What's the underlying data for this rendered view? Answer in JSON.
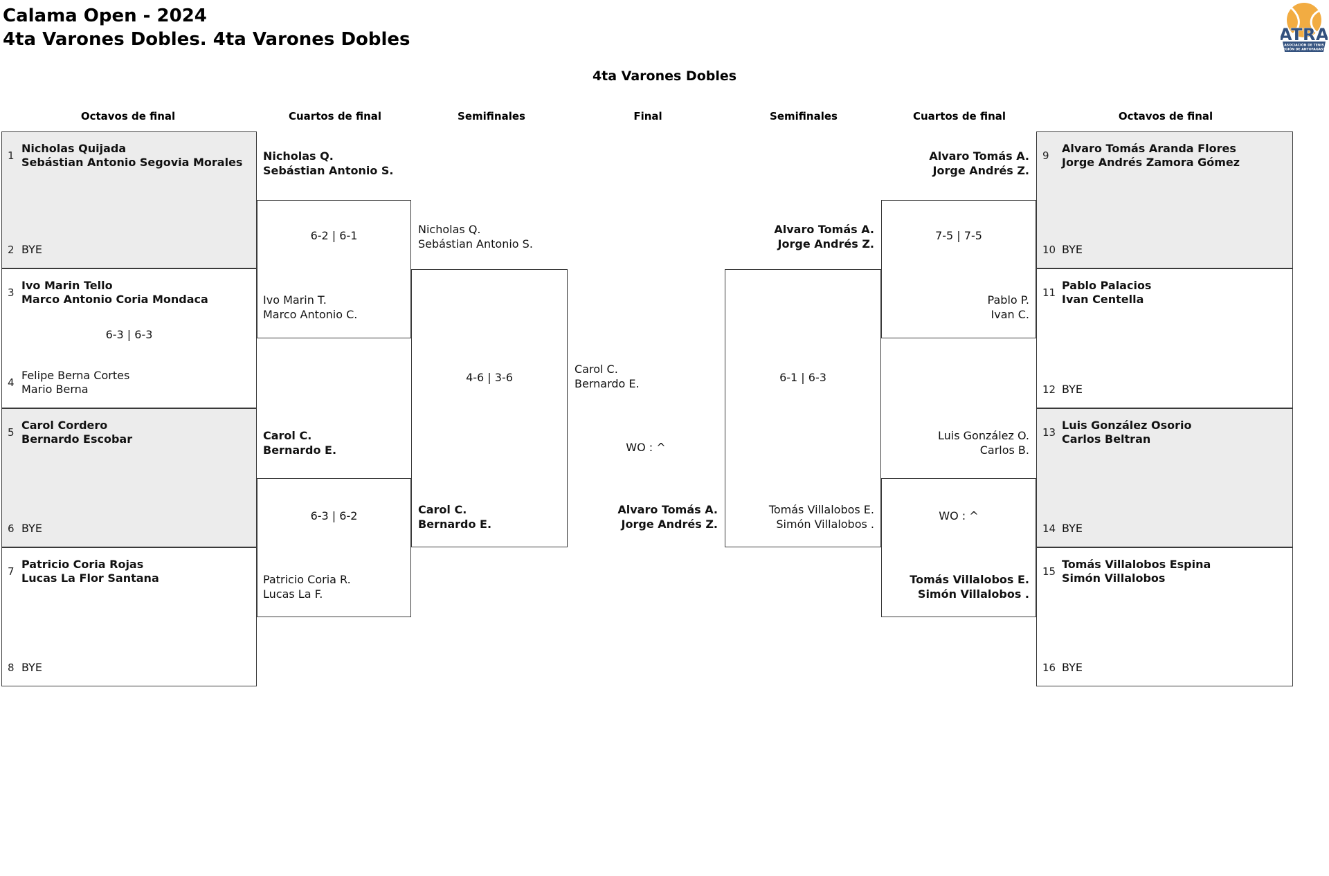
{
  "page": {
    "title_line1": "Calama Open - 2024",
    "title_line2": "4ta Varones Dobles. 4ta Varones Dobles",
    "bracket_title": "4ta Varones Dobles"
  },
  "logo": {
    "acronym": "ATRA",
    "org_line1": "ASOCIACIÓN DE TENIS",
    "org_line2": "REGIÓN DE ANTOFAGASTA",
    "navy": "#33517E",
    "ball": "#F2AC42"
  },
  "colors": {
    "shaded_box": "#ececec",
    "border": "#3a3a3a"
  },
  "round_headers": [
    {
      "label": "Octavos de final"
    },
    {
      "label": "Cuartos de final"
    },
    {
      "label": "Semifinales"
    },
    {
      "label": "Final"
    },
    {
      "label": "Semifinales"
    },
    {
      "label": "Cuartos de final"
    },
    {
      "label": "Octavos de final"
    }
  ],
  "octavos_left": [
    {
      "seed_top": "1",
      "top1": "Nicholas Quijada",
      "top2": "Sebástian Antonio Segovia Morales",
      "seed_bot": "2",
      "bot1": "BYE",
      "bot2": "",
      "score": ""
    },
    {
      "seed_top": "3",
      "top1": "Ivo Marin Tello",
      "top2": "Marco Antonio Coria Mondaca",
      "seed_bot": "4",
      "bot1": "Felipe Berna Cortes",
      "bot2": "Mario Berna",
      "score": "6-3 | 6-3"
    },
    {
      "seed_top": "5",
      "top1": "Carol Cordero",
      "top2": "Bernardo Escobar",
      "seed_bot": "6",
      "bot1": "BYE",
      "bot2": "",
      "score": ""
    },
    {
      "seed_top": "7",
      "top1": "Patricio Coria Rojas",
      "top2": "Lucas La Flor Santana",
      "seed_bot": "8",
      "bot1": "BYE",
      "bot2": "",
      "score": ""
    }
  ],
  "octavos_right": [
    {
      "seed_top": "9",
      "top1": "Alvaro Tomás Aranda Flores",
      "top2": "Jorge Andrés Zamora Gómez",
      "seed_bot": "10",
      "bot1": "BYE",
      "bot2": "",
      "score": ""
    },
    {
      "seed_top": "11",
      "top1": "Pablo Palacios",
      "top2": "Ivan Centella",
      "seed_bot": "12",
      "bot1": "BYE",
      "bot2": "",
      "score": ""
    },
    {
      "seed_top": "13",
      "top1": "Luis González Osorio",
      "top2": "Carlos Beltran",
      "seed_bot": "14",
      "bot1": "BYE",
      "bot2": "",
      "score": ""
    },
    {
      "seed_top": "15",
      "top1": "Tomás Villalobos Espina",
      "top2": "Simón Villalobos",
      "seed_bot": "16",
      "bot1": "BYE",
      "bot2": "",
      "score": ""
    }
  ],
  "qf_left": [
    {
      "top1": "Nicholas Q.",
      "top2": "Sebástian Antonio S.",
      "score": "6-2 | 6-1",
      "bottom1": "Ivo Marin T.",
      "bottom2": "Marco Antonio C."
    },
    {
      "top1": "Carol C.",
      "top2": "Bernardo E.",
      "score": "6-3 | 6-2",
      "bottom1": "Patricio Coria R.",
      "bottom2": "Lucas La F."
    }
  ],
  "qf_right": [
    {
      "top1": "Alvaro Tomás A.",
      "top2": "Jorge Andrés Z.",
      "score": "7-5 | 7-5",
      "bottom1": "Pablo P.",
      "bottom2": "Ivan C."
    },
    {
      "top1": "Luis González O.",
      "top2": "Carlos B.",
      "score": "WO : ^",
      "bottom1": "Tomás Villalobos E.",
      "bottom2": "Simón Villalobos ."
    }
  ],
  "semifinal_left": {
    "top1": "Nicholas Q.",
    "top2": "Sebástian Antonio S.",
    "score": "4-6 | 3-6",
    "bottom1": "Carol C.",
    "bottom2": "Bernardo E."
  },
  "semifinal_right": {
    "top1": "Alvaro Tomás A.",
    "top2": "Jorge Andrés Z.",
    "score": "6-1 | 6-3",
    "bottom1": "Tomás Villalobos E.",
    "bottom2": "Simón Villalobos ."
  },
  "final": {
    "left1": "Carol C.",
    "left2": "Bernardo E.",
    "score": "WO : ^",
    "right1": "Alvaro Tomás A.",
    "right2": "Jorge Andrés Z."
  }
}
